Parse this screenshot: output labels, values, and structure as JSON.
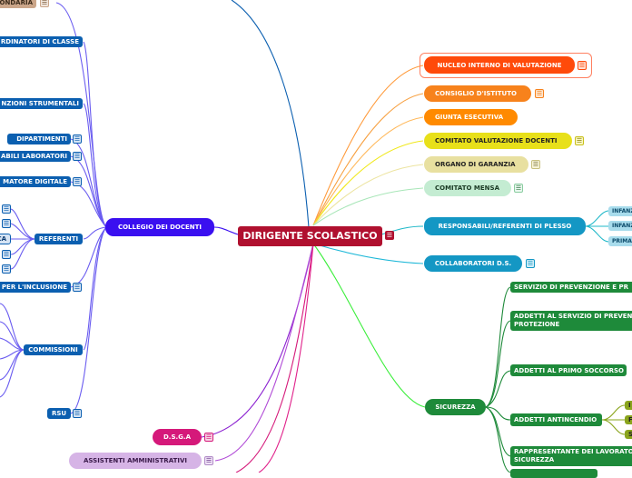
{
  "colors": {
    "root": "#b0102f",
    "collegio": "#3a0ff0",
    "blue": "#0b5fb0",
    "green": "#1e8a3a",
    "olive": "#8aa41c",
    "cyan": "#1497c4",
    "light_cyan": "#a8dcec",
    "orange_red": "#ff4a0a",
    "orange": "#f7821c",
    "orange2": "#ff8a00",
    "yellow": "#e8e01a",
    "khaki": "#e8e0a0",
    "mint": "#c4ecd2",
    "magenta": "#d5197a",
    "lilac": "#d6b4e6",
    "tan": "#cba68a"
  },
  "root": {
    "label": "DIRIGENTE SCOLASTICO"
  },
  "left": {
    "collegio": "COLLEGIO DEI DOCENTI",
    "secondaria": "ECONDARIA",
    "coordinatori": "RDINATORI DI CLASSE",
    "funzioni": "NZIONI STRUMENTALI",
    "dipartimenti": "DIPARTIMENTI",
    "responsabili_lab": "ABILI LABORATORI",
    "animatore": "MATORE DIGITALE",
    "referenti": "REFERENTI",
    "referenti_sub": "CA",
    "inclusione": "PER L'INCLUSIONE",
    "commissioni": "COMMISSIONI",
    "rsu": "RSU",
    "dsga": "D.S.G.A",
    "assistenti": "ASSISTENTI AMMINISTRATIVI"
  },
  "right": {
    "niv": "NUCLEO INTERNO DI VALUTAZIONE",
    "consiglio": "CONSIGLIO D'ISTITUTO",
    "giunta": "GIUNTA ESECUTIVA",
    "comitato_val": "COMITATO VALUTAZIONE DOCENTI",
    "garanzia": "ORGANO DI GARANZIA",
    "mensa": "COMITATO MENSA",
    "plesso": "RESPONSABILI/REFERENTI DI PLESSO",
    "plesso_children": [
      "INFANZ",
      "INFANZ",
      "PRIMAR"
    ],
    "collaboratori": "COLLABORATORI D.S.",
    "sicurezza": "SICUREZZA",
    "servizio_prev": "SERVIZIO DI PREVENZIONE E PR",
    "addetti_serv": "ADDETTI AL SERVIZIO DI PREVEN PROTEZIONE",
    "primo_soccorso": "ADDETTI AL PRIMO SOCCORSO",
    "antincendio": "ADDETTI ANTINCENDIO",
    "antincendio_children": [
      "I",
      "F",
      "S"
    ],
    "rls": "RAPPRESENTANTE DEI LAVORATO SICUREZZA"
  },
  "icons": {
    "note": "notes-icon"
  }
}
